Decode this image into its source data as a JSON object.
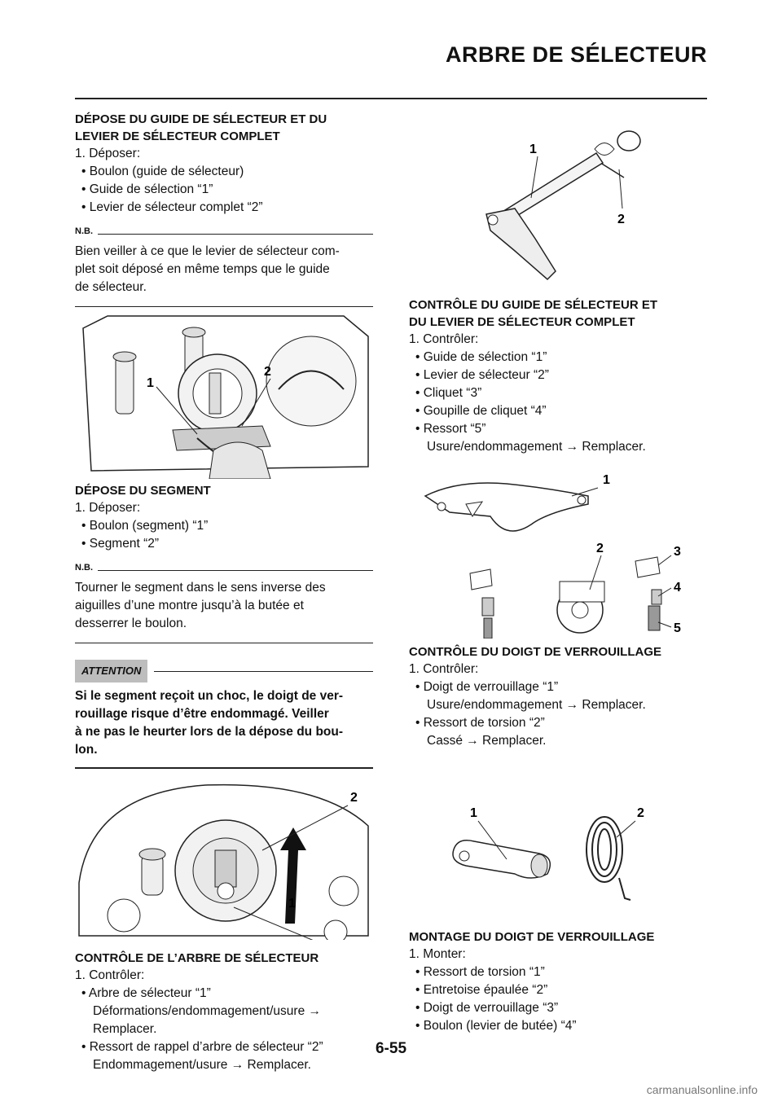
{
  "header": {
    "title": "ARBRE DE SÉLECTEUR"
  },
  "left": {
    "s1": {
      "title_l1": "DÉPOSE DU GUIDE DE SÉLECTEUR ET DU",
      "title_l2": "LEVIER DE SÉLECTEUR COMPLET",
      "step": "1. Déposer:",
      "b1": "• Boulon (guide de sélecteur)",
      "b2": "• Guide de sélection “1”",
      "b3": "• Levier de sélecteur complet “2”",
      "nb": "N.B.",
      "nb_l1": "Bien veiller à ce que le levier de sélecteur com-",
      "nb_l2": "plet soit déposé en même temps que le guide",
      "nb_l3": "de sélecteur.",
      "callout_1": "1",
      "callout_2": "2"
    },
    "s2": {
      "title": "DÉPOSE DU SEGMENT",
      "step": "1. Déposer:",
      "b1": "• Boulon (segment) “1”",
      "b2": "• Segment “2”",
      "nb": "N.B.",
      "nb_l1": "Tourner le segment dans le sens inverse des",
      "nb_l2": "aiguilles d’une montre jusqu’à la butée et",
      "nb_l3": "desserrer le boulon.",
      "attention": "ATTENTION",
      "att_l1": "Si le segment reçoit un choc, le doigt de ver-",
      "att_l2": "rouillage risque d’être endommagé. Veiller",
      "att_l3": "à ne pas le heurter lors de la dépose du bou-",
      "att_l4": "lon.",
      "callout_1": "1",
      "callout_2": "2"
    },
    "s3": {
      "title": "CONTRÔLE DE L’ARBRE DE SÉLECTEUR",
      "step": "1. Contrôler:",
      "b1": "• Arbre de sélecteur “1”",
      "b1_l2": "Déformations/endommagement/usure →",
      "b1_l3": "Remplacer.",
      "b2": "• Ressort de rappel d’arbre de sélecteur “2”",
      "b2_l2": "Endommagement/usure → Remplacer."
    }
  },
  "right": {
    "fig1": {
      "c1": "1",
      "c2": "2"
    },
    "s1": {
      "title_l1": "CONTRÔLE DU GUIDE DE SÉLECTEUR ET",
      "title_l2": "DU LEVIER DE SÉLECTEUR COMPLET",
      "step": "1. Contrôler:",
      "b1": "• Guide de sélection “1”",
      "b2": "• Levier de sélecteur “2”",
      "b3": "• Cliquet “3”",
      "b4": "• Goupille de cliquet “4”",
      "b5": "• Ressort “5”",
      "b5_l2": "Usure/endommagement → Remplacer."
    },
    "fig2": {
      "c1": "1",
      "c2": "2",
      "c3": "3",
      "c4": "4",
      "c5": "5"
    },
    "s2": {
      "title": "CONTRÔLE DU DOIGT DE VERROUILLAGE",
      "step": "1. Contrôler:",
      "b1": "• Doigt de verrouillage “1”",
      "b1_l2": "Usure/endommagement → Remplacer.",
      "b2": "• Ressort de torsion “2”",
      "b2_l2": "Cassé → Remplacer."
    },
    "fig3": {
      "c1": "1",
      "c2": "2"
    },
    "s3": {
      "title": "MONTAGE DU DOIGT DE VERROUILLAGE",
      "step": "1. Monter:",
      "b1": "• Ressort de torsion “1”",
      "b2": "• Entretoise épaulée “2”",
      "b3": "• Doigt de verrouillage “3”",
      "b4": "• Boulon (levier de butée) “4”"
    }
  },
  "footer": {
    "page_number": "6-55",
    "watermark": "carmanualsonline.info"
  }
}
